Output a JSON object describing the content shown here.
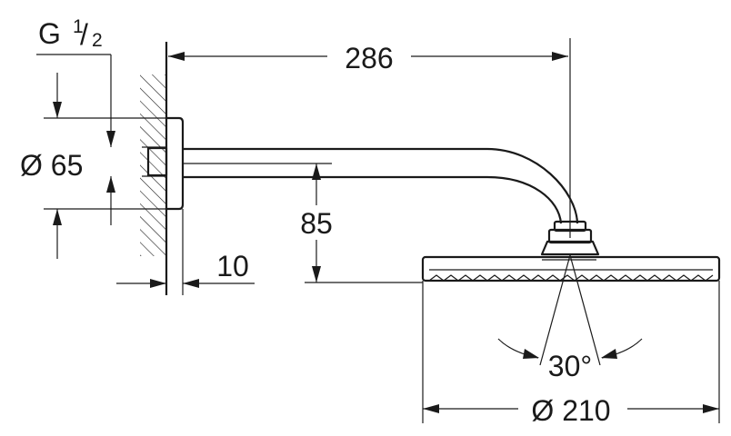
{
  "labels": {
    "thread_g": "G",
    "thread_num": "1",
    "thread_den": "2",
    "width_286": "286",
    "dia_65": "Ø 65",
    "height_85": "85",
    "depth_10": "10",
    "angle_30": "30°",
    "dia_210": "Ø 210"
  },
  "colors": {
    "line": "#1a1a1a",
    "background": "#ffffff"
  }
}
